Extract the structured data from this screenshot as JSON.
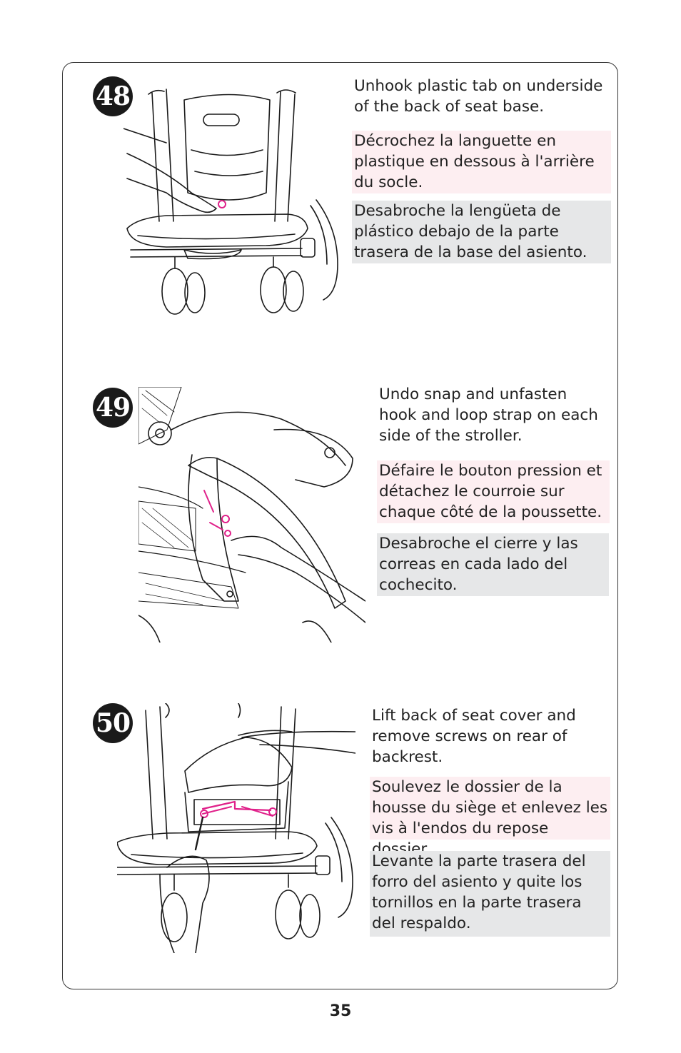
{
  "steps": [
    {
      "number": "48",
      "en": "Unhook plastic tab on underside of the back of seat base.",
      "fr": "Décrochez la languette en plastique en dessous à l'arrière du socle.",
      "es": "Desabroche la lengüeta de plástico debajo de la parte trasera de la base del asiento."
    },
    {
      "number": "49",
      "en": "Undo snap and unfasten hook and loop strap on each side of the stroller.",
      "fr": "Défaire le bouton pression et détachez le courroie sur chaque côté de la poussette.",
      "es": "Desabroche el cierre y las correas en cada lado del cochecito."
    },
    {
      "number": "50",
      "en": "Lift back of seat cover and remove screws on rear of backrest.",
      "fr": "Soulevez le dossier de la housse du siège et enlevez les vis à l'endos du repose dossier.",
      "es": "Levante la parte trasera del forro del asiento y quite los tornillos en la parte trasera del respaldo."
    }
  ],
  "page_number": "35",
  "colors": {
    "highlight": "#e0218a",
    "french_bg": "#fdeef1",
    "spanish_bg": "#e6e7e8"
  }
}
